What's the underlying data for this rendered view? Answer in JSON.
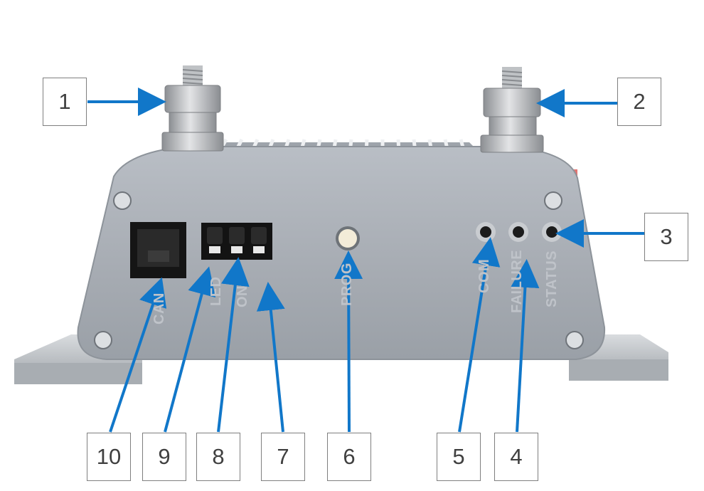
{
  "callouts": [
    {
      "num": "1"
    },
    {
      "num": "2"
    },
    {
      "num": "3"
    },
    {
      "num": "4"
    },
    {
      "num": "5"
    },
    {
      "num": "6"
    },
    {
      "num": "7"
    },
    {
      "num": "8"
    },
    {
      "num": "9"
    },
    {
      "num": "10"
    }
  ],
  "device_labels": {
    "can": "CAN",
    "led": "LED",
    "on": "ON",
    "prog": "PROG",
    "com": "COM",
    "failure": "FAILURE",
    "status": "STATUS"
  },
  "colors": {
    "arrow": "#1177c9",
    "housing": "#a9aeb5",
    "housing_dark": "#8d939a",
    "label": "#bfc3c9"
  }
}
